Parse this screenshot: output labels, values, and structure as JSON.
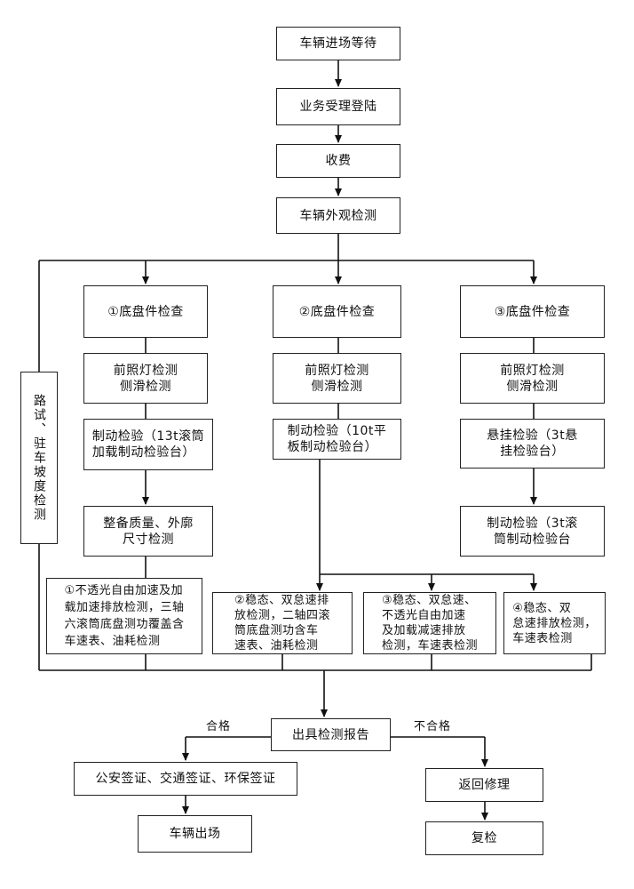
{
  "nodes": {
    "start": "车辆进场等待",
    "register": "业务受理登陆",
    "fee": "收费",
    "appearance": "车辆外观检测",
    "road_test": "路试、驻车坡度检测",
    "branch1_header": "①底盘件检查",
    "branch2_header": "②底盘件检查",
    "branch3_header": "③底盘件检查",
    "branch1_light": "前照灯检测\n侧滑检测",
    "branch2_light": "前照灯检测\n侧滑检测",
    "branch3_light": "前照灯检测\n侧滑检测",
    "branch1_brake": "制动检验（13t滚筒\n加载制动检验台）",
    "branch2_brake": "制动检验（10t平\n板制动检验台）",
    "branch3_suspension": "悬挂检验（3t悬\n挂检验台）",
    "branch1_mass": "整备质量、外廓\n尺寸检测",
    "branch3_brake": "制动检验（3t滚\n筒制动检验台",
    "emission1": "①不透光自由加速及加\n载加速排放检测，三轴\n六滚筒底盘测功覆盖含\n车速表、油耗检测",
    "emission2": "②稳态、双怠速排\n放检测，二轴四滚\n筒底盘测功含车\n速表、油耗检测",
    "emission3": "③稳态、双怠速、\n不透光自由加速\n及加载减速排放\n检测，车速表检测",
    "emission4": "④稳态、双\n怠速排放检测，\n车速表检测",
    "report": "出具检测报告",
    "certify": "公安签证、交通签证、环保签证",
    "exit": "车辆出场",
    "repair": "返回修理",
    "recheck": "复检"
  },
  "labels": {
    "pass": "合格",
    "fail": "不合格"
  }
}
